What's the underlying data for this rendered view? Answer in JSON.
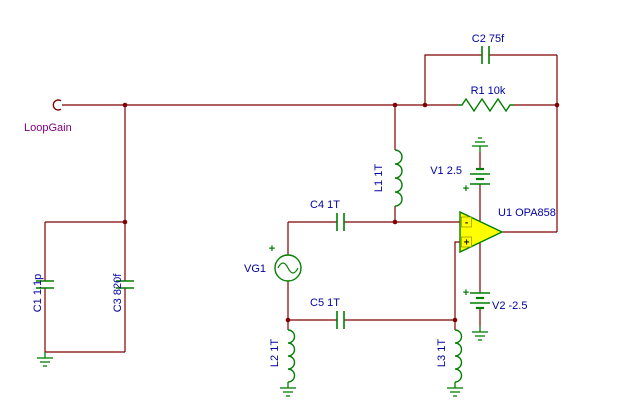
{
  "app": {
    "type": "circuit-schematic-editor",
    "background": "#ffffff"
  },
  "colors": {
    "wire": "#7f0000",
    "component": "#007f00",
    "label": "#0000a0",
    "port_label": "#800080",
    "opamp_fill": "#ffff00",
    "junction_dot": "#7f0000"
  },
  "port": {
    "label": "LoopGain"
  },
  "components": {
    "c2": {
      "label": "C2 75f"
    },
    "r1": {
      "label": "R1 10k"
    },
    "v1": {
      "label": "V1 2.5",
      "polarity": "+"
    },
    "u1": {
      "label": "U1 OPA858",
      "inverting_mark": "-",
      "noninverting_mark": "+"
    },
    "l1": {
      "label": "L1 1T"
    },
    "c4": {
      "label": "C4 1T"
    },
    "vg1": {
      "label": "VG1",
      "polarity": "+"
    },
    "c5": {
      "label": "C5 1T"
    },
    "c1": {
      "label": "C1 1.1p"
    },
    "c3": {
      "label": "C3 820f"
    },
    "l2": {
      "label": "L2 1T"
    },
    "l3": {
      "label": "L3 1T"
    },
    "v2": {
      "label": "V2 -2.5",
      "polarity": "+"
    }
  }
}
